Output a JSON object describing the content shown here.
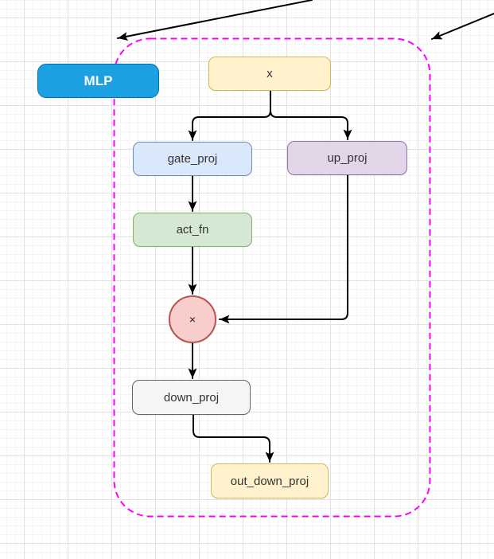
{
  "diagram": {
    "canvas": {
      "background": "#ffffff",
      "grid_minor_color": "#f4f4f4",
      "grid_major_color": "#e2e2e2"
    },
    "container": {
      "stroke": "#ff00ff",
      "border_style": "dashed"
    },
    "edge_color": "#000000",
    "annotation_color": "#000000",
    "nodes": [
      {
        "id": "mlp",
        "label": "MLP",
        "fill": "#1ba1e2",
        "stroke": "#006eaf",
        "text_color": "#ffffff",
        "shape": "rounded-rect"
      },
      {
        "id": "x",
        "label": "x",
        "fill": "#fff2cc",
        "stroke": "#d6b656",
        "text_color": "#333333",
        "shape": "rounded-rect"
      },
      {
        "id": "gate_proj",
        "label": "gate_proj",
        "fill": "#dae8fc",
        "stroke": "#6c8ebf",
        "text_color": "#333333",
        "shape": "rounded-rect"
      },
      {
        "id": "up_proj",
        "label": "up_proj",
        "fill": "#e1d5e7",
        "stroke": "#9673a6",
        "text_color": "#333333",
        "shape": "rounded-rect"
      },
      {
        "id": "act_fn",
        "label": "act_fn",
        "fill": "#d5e8d4",
        "stroke": "#82b366",
        "text_color": "#333333",
        "shape": "rounded-rect"
      },
      {
        "id": "multiply",
        "label": "×",
        "fill": "#f8cecc",
        "stroke": "#b85450",
        "text_color": "#1a1a1a",
        "shape": "circle"
      },
      {
        "id": "down_proj",
        "label": "down_proj",
        "fill": "#f5f5f5",
        "stroke": "#666666",
        "text_color": "#333333",
        "shape": "rounded-rect"
      },
      {
        "id": "out_down_proj",
        "label": "out_down_proj",
        "fill": "#fff2cc",
        "stroke": "#d6b656",
        "text_color": "#333333",
        "shape": "rounded-rect"
      }
    ],
    "edges": [
      {
        "from": "x",
        "to": "gate_proj"
      },
      {
        "from": "x",
        "to": "up_proj"
      },
      {
        "from": "gate_proj",
        "to": "act_fn"
      },
      {
        "from": "act_fn",
        "to": "multiply"
      },
      {
        "from": "up_proj",
        "to": "multiply"
      },
      {
        "from": "multiply",
        "to": "down_proj"
      },
      {
        "from": "down_proj",
        "to": "out_down_proj"
      }
    ],
    "annotations": [
      {
        "id": "annotation-arrow-left",
        "type": "pointer-arrow"
      },
      {
        "id": "annotation-arrow-right",
        "type": "pointer-arrow"
      }
    ]
  }
}
